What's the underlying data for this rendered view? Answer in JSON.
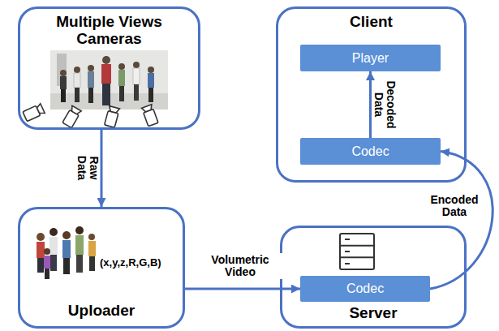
{
  "diagram": {
    "nodes": [
      {
        "text": [
          "Multiple Views Cameras"
        ]
      },
      {
        "text": [
          "Client"
        ]
      },
      {
        "text": [
          "Player"
        ],
        "in": 1
      },
      {
        "text": [
          "Codec"
        ],
        "in": 1
      },
      {
        "text": [
          "(x,y,z,R,G,B)",
          "Uploader"
        ]
      },
      {
        "text": [
          "Server"
        ]
      },
      {
        "text": [
          "Codec"
        ],
        "in": 5
      }
    ],
    "edges": [
      {
        "from": 0,
        "to": 4,
        "label": "Raw Data",
        "arrow": "to"
      },
      {
        "from": 4,
        "to": 6,
        "label": "Volumetric Video",
        "arrow": "to"
      },
      {
        "from": 6,
        "to": 3,
        "label": "Encoded Data",
        "arrow": "to"
      },
      {
        "from": 3,
        "to": 2,
        "label": "Decoded Data",
        "arrow": "to"
      }
    ]
  }
}
